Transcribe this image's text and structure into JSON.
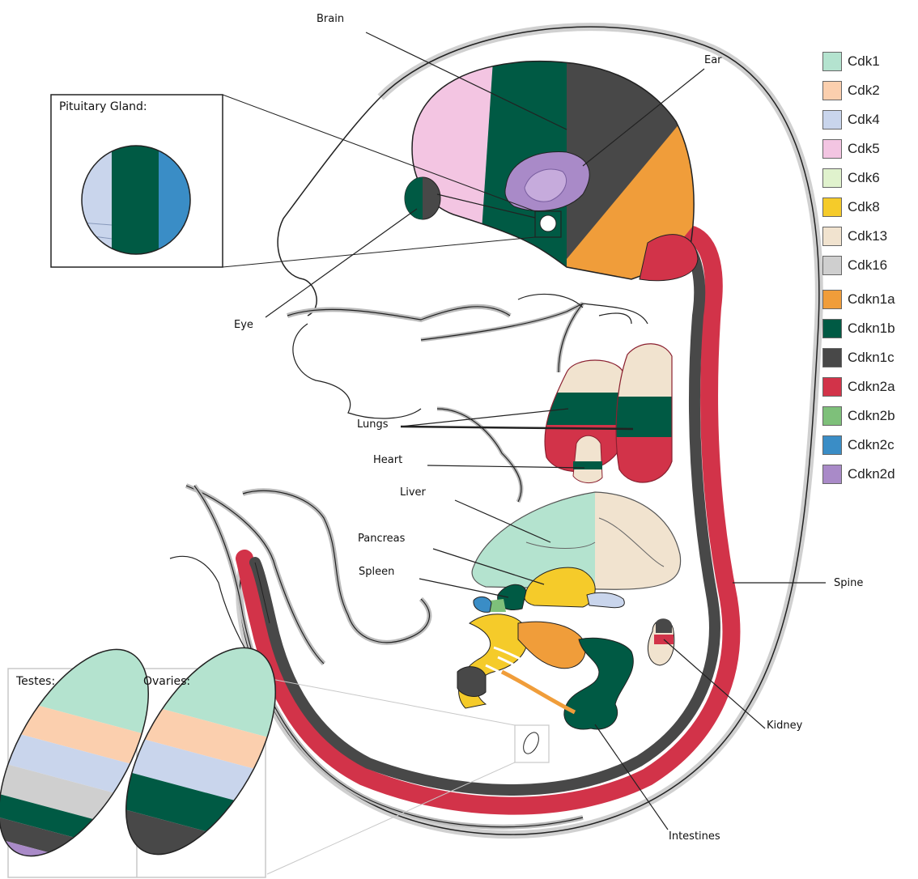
{
  "labels": {
    "brain": "Brain",
    "ear": "Ear",
    "eye": "Eye",
    "lungs": "Lungs",
    "heart": "Heart",
    "liver": "Liver",
    "pancreas": "Pancreas",
    "spleen": "Spleen",
    "spine": "Spine",
    "kidney": "Kidney",
    "intestines": "Intestines"
  },
  "insets": {
    "pituitary": "Pituitary Gland:",
    "testes": "Testes:",
    "ovaries": "Ovaries:"
  },
  "legend": {
    "cdk": [
      {
        "label": "Cdk1",
        "color": "#b4e3cf"
      },
      {
        "label": "Cdk2",
        "color": "#fbcfae"
      },
      {
        "label": "Cdk4",
        "color": "#c9d5ec"
      },
      {
        "label": "Cdk5",
        "color": "#f3c5e2"
      },
      {
        "label": "Cdk6",
        "color": "#e0f2cd"
      },
      {
        "label": "Cdk8",
        "color": "#f5cb2a"
      },
      {
        "label": "Cdk13",
        "color": "#f1e3cf"
      },
      {
        "label": "Cdk16",
        "color": "#cfcfcf"
      }
    ],
    "cdkn": [
      {
        "label": "Cdkn1a",
        "color": "#f09d3a"
      },
      {
        "label": "Cdkn1b",
        "color": "#005a44"
      },
      {
        "label": "Cdkn1c",
        "color": "#484848"
      },
      {
        "label": "Cdkn2a",
        "color": "#d23349"
      },
      {
        "label": "Cdkn2b",
        "color": "#7ec07a"
      },
      {
        "label": "Cdkn2c",
        "color": "#3a8dc6"
      },
      {
        "label": "Cdkn2d",
        "color": "#a98ac8"
      }
    ]
  }
}
